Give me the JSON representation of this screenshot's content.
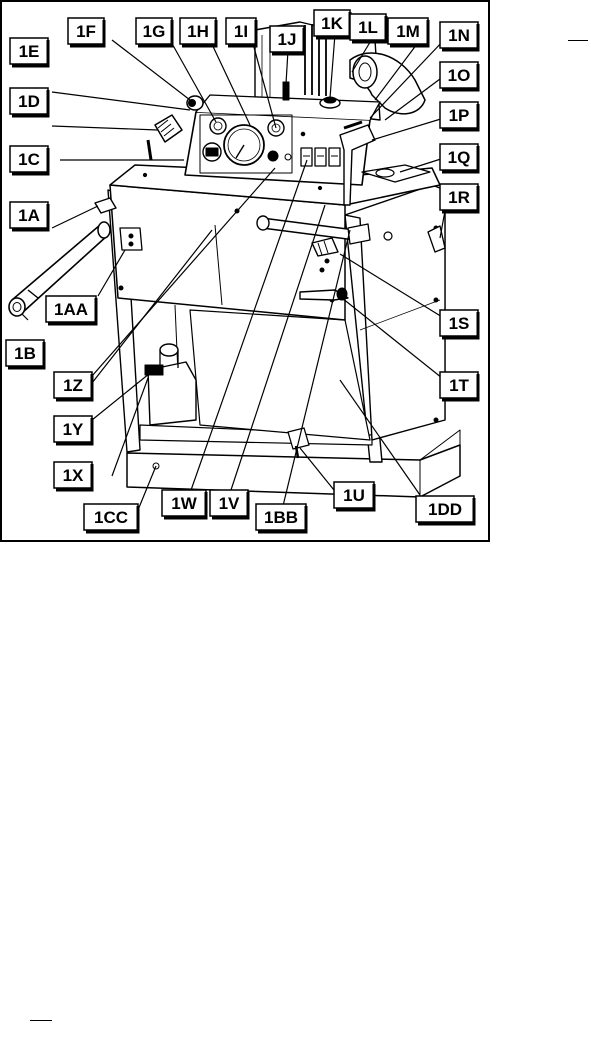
{
  "figure": {
    "callouts": [
      {
        "id": "1A",
        "label": "1A"
      },
      {
        "id": "1B",
        "label": "1B"
      },
      {
        "id": "1C",
        "label": "1C"
      },
      {
        "id": "1D",
        "label": "1D"
      },
      {
        "id": "1E",
        "label": "1E"
      },
      {
        "id": "1F",
        "label": "1F"
      },
      {
        "id": "1G",
        "label": "1G"
      },
      {
        "id": "1H",
        "label": "1H"
      },
      {
        "id": "1I",
        "label": "1I"
      },
      {
        "id": "1J",
        "label": "1J"
      },
      {
        "id": "1K",
        "label": "1K"
      },
      {
        "id": "1L",
        "label": "1L"
      },
      {
        "id": "1M",
        "label": "1M"
      },
      {
        "id": "1N",
        "label": "1N"
      },
      {
        "id": "1O",
        "label": "1O"
      },
      {
        "id": "1P",
        "label": "1P"
      },
      {
        "id": "1Q",
        "label": "1Q"
      },
      {
        "id": "1R",
        "label": "1R"
      },
      {
        "id": "1S",
        "label": "1S"
      },
      {
        "id": "1T",
        "label": "1T"
      },
      {
        "id": "1U",
        "label": "1U"
      },
      {
        "id": "1V",
        "label": "1V"
      },
      {
        "id": "1W",
        "label": "1W"
      },
      {
        "id": "1X",
        "label": "1X"
      },
      {
        "id": "1Y",
        "label": "1Y"
      },
      {
        "id": "1Z",
        "label": "1Z"
      },
      {
        "id": "1AA",
        "label": "1AA"
      },
      {
        "id": "1BB",
        "label": "1BB"
      },
      {
        "id": "1CC",
        "label": "1CC"
      },
      {
        "id": "1DD",
        "label": "1DD"
      }
    ]
  }
}
